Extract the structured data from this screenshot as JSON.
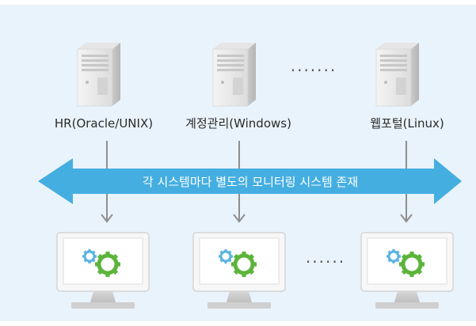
{
  "servers": [
    {
      "label": "HR(Oracle/UNIX)"
    },
    {
      "label": "계정관리(Windows)"
    },
    {
      "label": "웹포털(Linux)"
    }
  ],
  "server_ellipsis": "·······",
  "banner": {
    "text": "각 시스템마다 별도의 모니터링 시스템 존재"
  },
  "monitor_ellipsis": "······",
  "colors": {
    "background": "#e9f3fb",
    "banner": "#45aee0",
    "arrow": "#8e8e8e",
    "gear_blue": "#5bb3e2",
    "gear_green": "#5cb43b"
  }
}
